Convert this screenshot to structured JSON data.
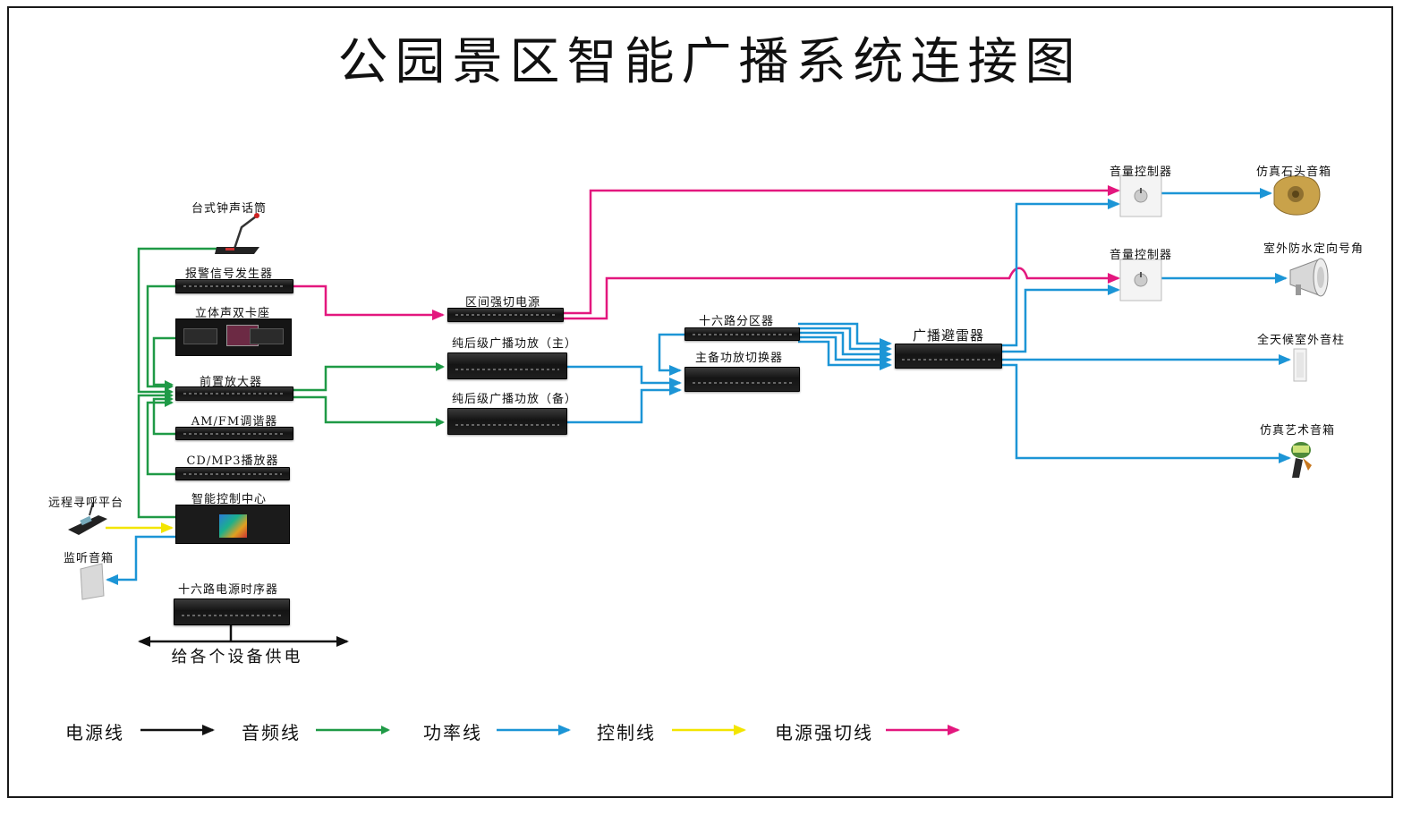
{
  "title": "公园景区智能广播系统连接图",
  "devices": {
    "mic": "台式钟声话筒",
    "alarm": "报警信号发生器",
    "deck": "立体声双卡座",
    "preamp": "前置放大器",
    "tuner": "AM/FM调谐器",
    "cd": "CD/MP3播放器",
    "controller": "智能控制中心",
    "paging": "远程寻呼平台",
    "monitor": "监听音箱",
    "sequencer": "十六路电源时序器",
    "power_supply": "给各个设备供电",
    "zone_power": "区间强切电源",
    "amp_main": "纯后级广播功放（主）",
    "amp_backup": "纯后级广播功放（备）",
    "zone_divider": "十六路分区器",
    "switcher": "主备功放切换器",
    "arrester": "广播避雷器",
    "volume_1": "音量控制器",
    "volume_2": "音量控制器",
    "spk_rock": "仿真石头音箱",
    "spk_horn": "室外防水定向号角",
    "spk_column": "全天候室外音柱",
    "spk_art": "仿真艺术音箱"
  },
  "legend": [
    {
      "label": "电源线",
      "color": "#111111"
    },
    {
      "label": "音频线",
      "color": "#1f9a46"
    },
    {
      "label": "功率线",
      "color": "#1c95d6"
    },
    {
      "label": "控制线",
      "color": "#f3e500"
    },
    {
      "label": "电源强切线",
      "color": "#e3177e"
    }
  ],
  "colors": {
    "power": "#111111",
    "audio": "#1f9a46",
    "speaker": "#1c95d6",
    "control": "#f3e500",
    "force": "#e3177e"
  }
}
